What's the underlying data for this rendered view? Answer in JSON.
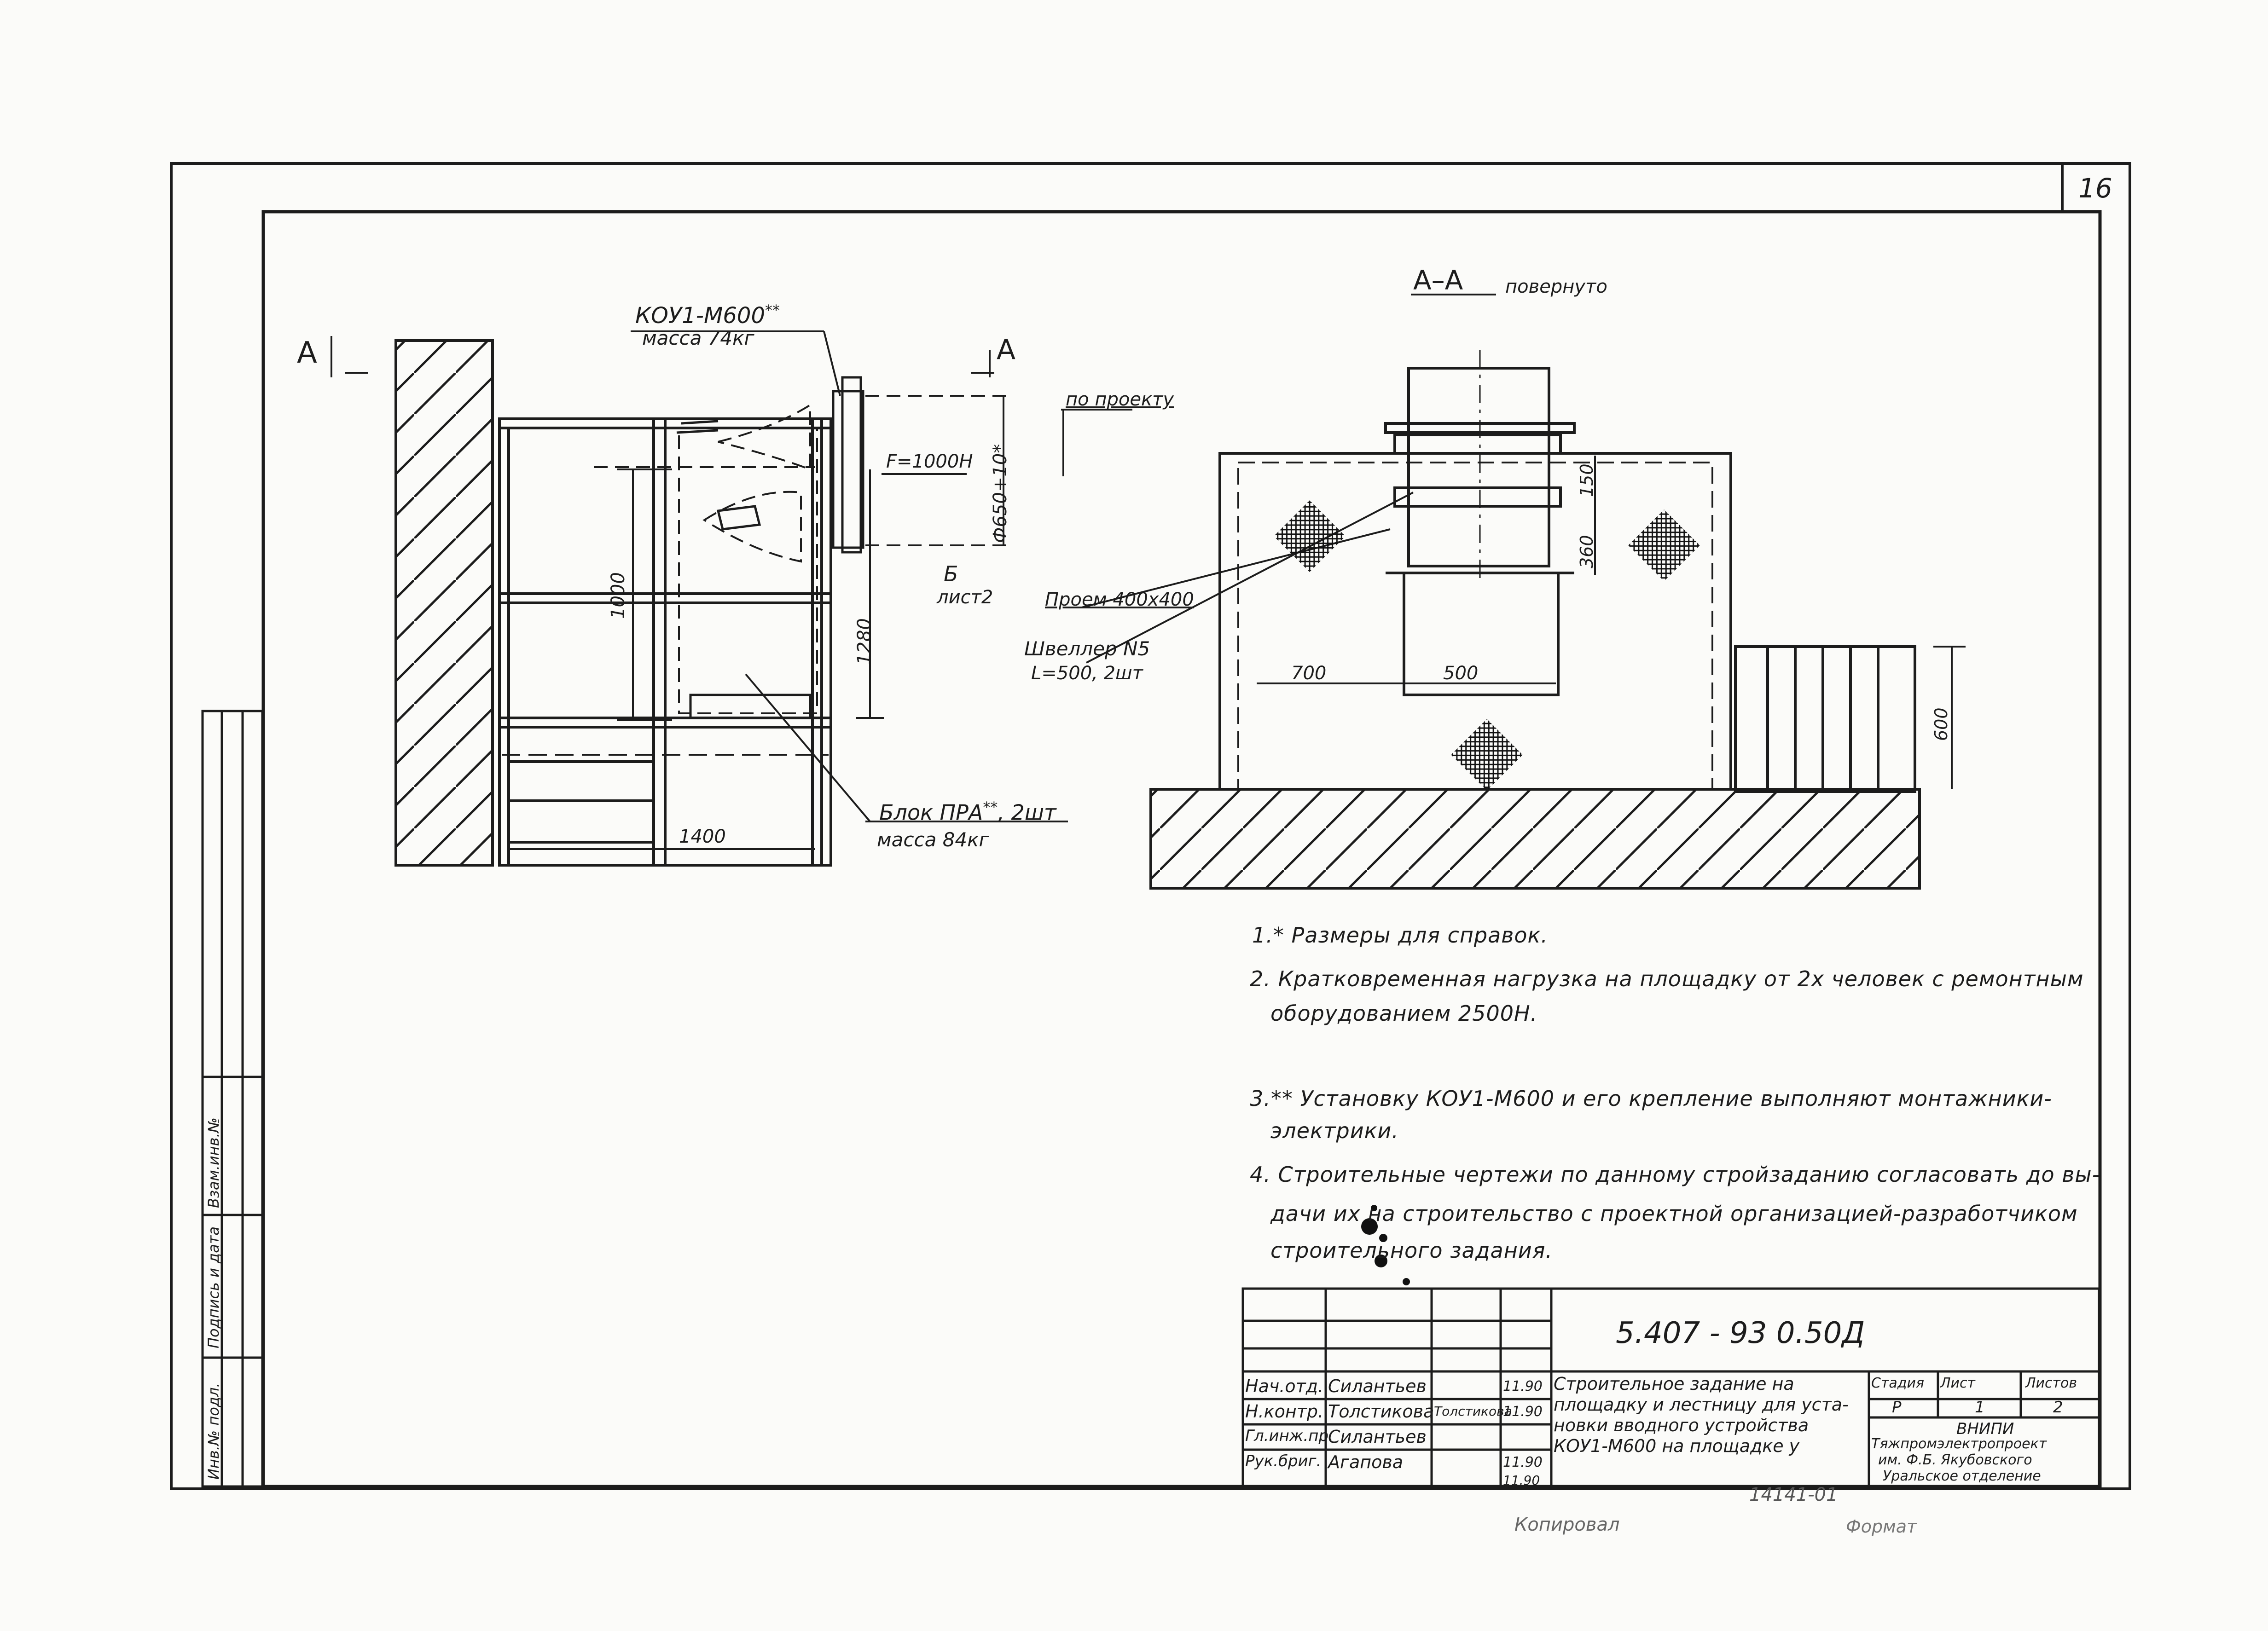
{
  "sheet_number": "16",
  "section_title": "А–А",
  "section_title_note": "повернуто",
  "cut_marks": {
    "left": "А",
    "right": "А"
  },
  "labels": {
    "device": "КОУ1-М600",
    "device_star": "**",
    "device_mass": "масса 74кг",
    "force": "F=1000Н",
    "per_project": "по проекту",
    "dim_650": "Ф650+10*",
    "view_b": "Б",
    "view_b_sheet": "лист2",
    "dim_1000": "1000",
    "dim_1280": "1280",
    "dim_1400": "1400",
    "block": "Блок ПРА",
    "block_star": "**",
    "block_qty": ", 2шт",
    "block_mass": "масса 84кг",
    "opening": "Проем 400х400",
    "channel": "Швеллер N5",
    "channel_qty": "L=500, 2шт",
    "dim_150": "150",
    "dim_360": "360",
    "dim_700": "700",
    "dim_500": "500",
    "dim_600": "600"
  },
  "notes": [
    "1.* Размеры для справок.",
    "2. Кратковременная нагрузка на площадку от 2х человек с ремонтным",
    "оборудованием 2500Н.",
    "3.** Установку КОУ1-М600 и его крепление выполняют монтажники-",
    "электрики.",
    "4. Строительные чертежи по данному стройзаданию согласовать до вы-",
    "дачи их на строительство с проектной организацией-разработчиком",
    "строительного задания."
  ],
  "side_stamp": [
    "Инв.№ подл.",
    "Подпись и дата",
    "Взам.инв.№"
  ],
  "title_block": {
    "doc_code": "5.407 - 93  0.50Д",
    "title_lines": [
      "Строительное задание на",
      "площадку и лестницу для уста-",
      "новки вводного устройства",
      "КОУ1-М600 на площадке у"
    ],
    "staff": [
      {
        "role": "Нач.отд.",
        "name": "Силантьев",
        "date": "11.90"
      },
      {
        "role": "Н.контр.",
        "name": "Толстикова",
        "sign": "Толстикова",
        "date": "11.90"
      },
      {
        "role": "Гл.инж.пр.",
        "name": "Силантьев",
        "date": ""
      },
      {
        "role": "Рук.бриг.",
        "name": "Агапова",
        "date": "11.90"
      },
      {
        "role": "",
        "name": "",
        "date": "11.90"
      }
    ],
    "stage_header": "Стадия",
    "sheet_header": "Лист",
    "sheets_header": "Листов",
    "stage": "Р",
    "sheet": "1",
    "sheets": "2",
    "org_lines": [
      "ВНИПИ",
      "Тяжпромэлектропроект",
      "им. Ф.Б. Якубовского",
      "Уральское отделение"
    ],
    "inventory": "14141-01",
    "footer_copy": "Копировал",
    "footer_format": "Формат"
  },
  "colors": {
    "ink": "#1c1c1c",
    "paper": "#fbfbf9"
  }
}
